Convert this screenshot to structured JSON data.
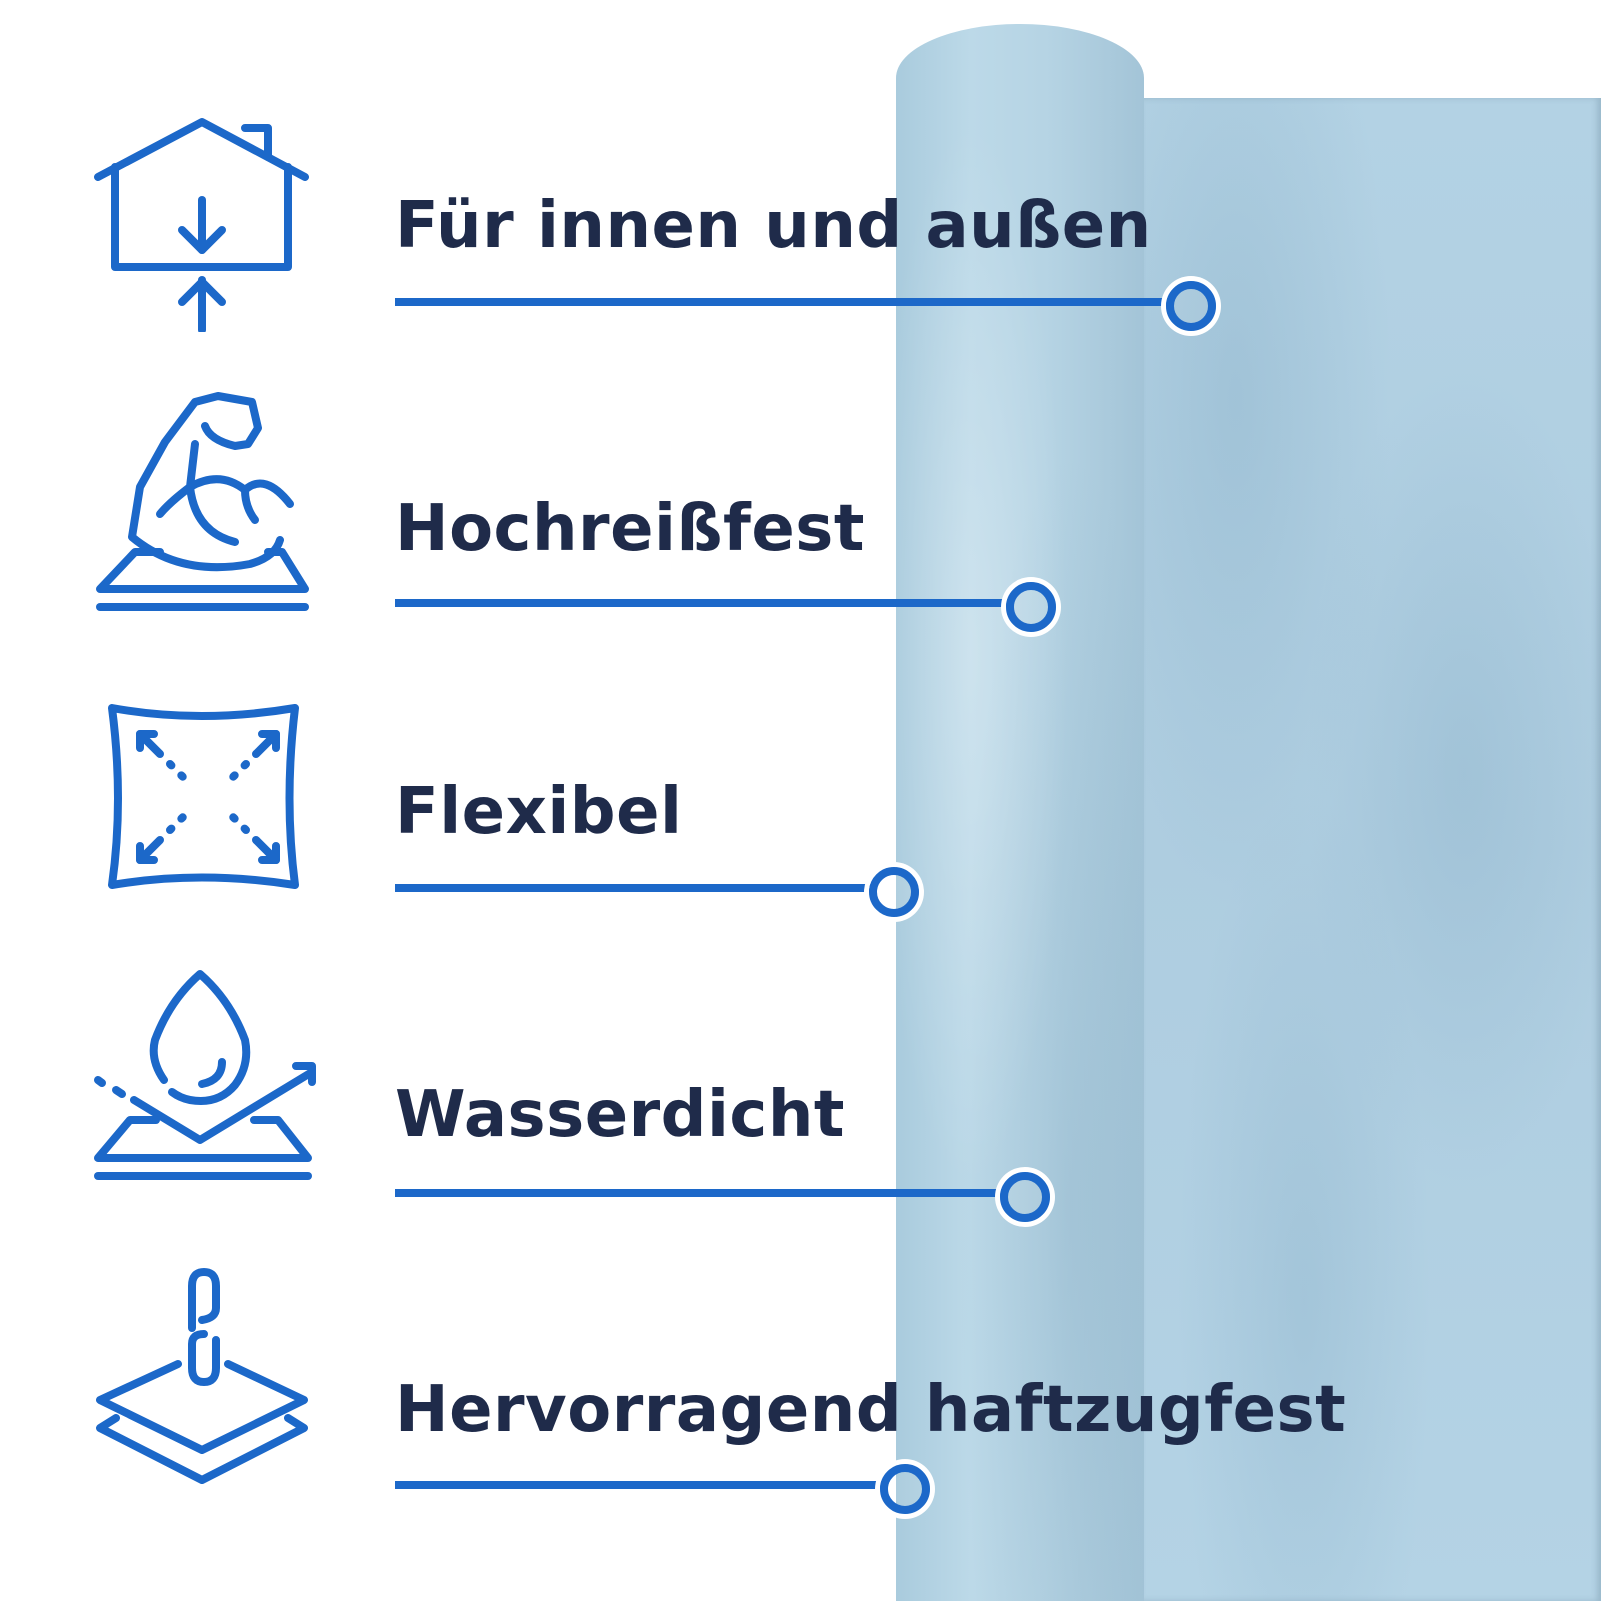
{
  "features": [
    {
      "label": "Für innen und außen",
      "icon": "house-indoor-outdoor-icon"
    },
    {
      "label": "Hochreißfest",
      "icon": "flexed-arm-strength-icon"
    },
    {
      "label": "Flexibel",
      "icon": "stretch-arrows-icon"
    },
    {
      "label": "Wasserdicht",
      "icon": "water-drop-repel-icon"
    },
    {
      "label": "Hervorragend haftzugfest",
      "icon": "chain-link-layers-icon"
    }
  ],
  "colors": {
    "accent": "#1c68c9",
    "text": "#1f2b4a",
    "product": "#b3d2e4"
  }
}
